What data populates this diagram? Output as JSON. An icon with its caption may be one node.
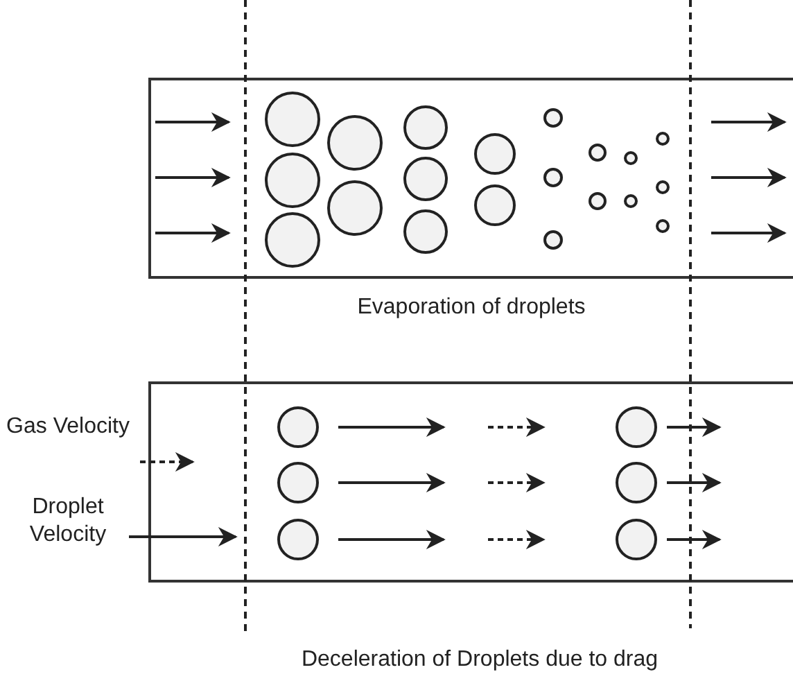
{
  "diagram": {
    "labels": [
      "Evaporation of droplets",
      "Deceleration of Droplets due to drag"
    ],
    "legend": [
      {
        "text": "Gas Velocity"
      },
      {
        "text": "Droplet Velocity"
      }
    ]
  }
}
